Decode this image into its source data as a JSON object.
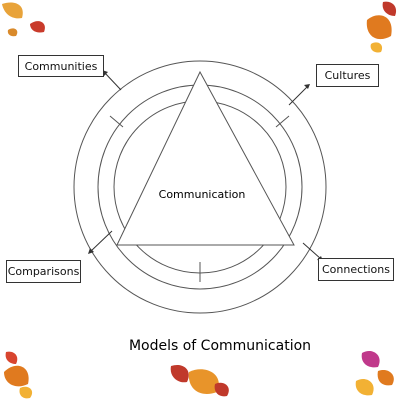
{
  "diagram": {
    "title": "Models of Communication",
    "center_label": "Communication",
    "outer_labels": {
      "communities": "Communities",
      "cultures": "Cultures",
      "comparisons": "Comparisons",
      "connections": "Connections"
    }
  },
  "colors": {
    "line": "#555555",
    "leaf_orange": "#e07a1f",
    "leaf_red": "#c0392b",
    "leaf_yellow": "#f2b134",
    "leaf_magenta": "#c0398b"
  }
}
